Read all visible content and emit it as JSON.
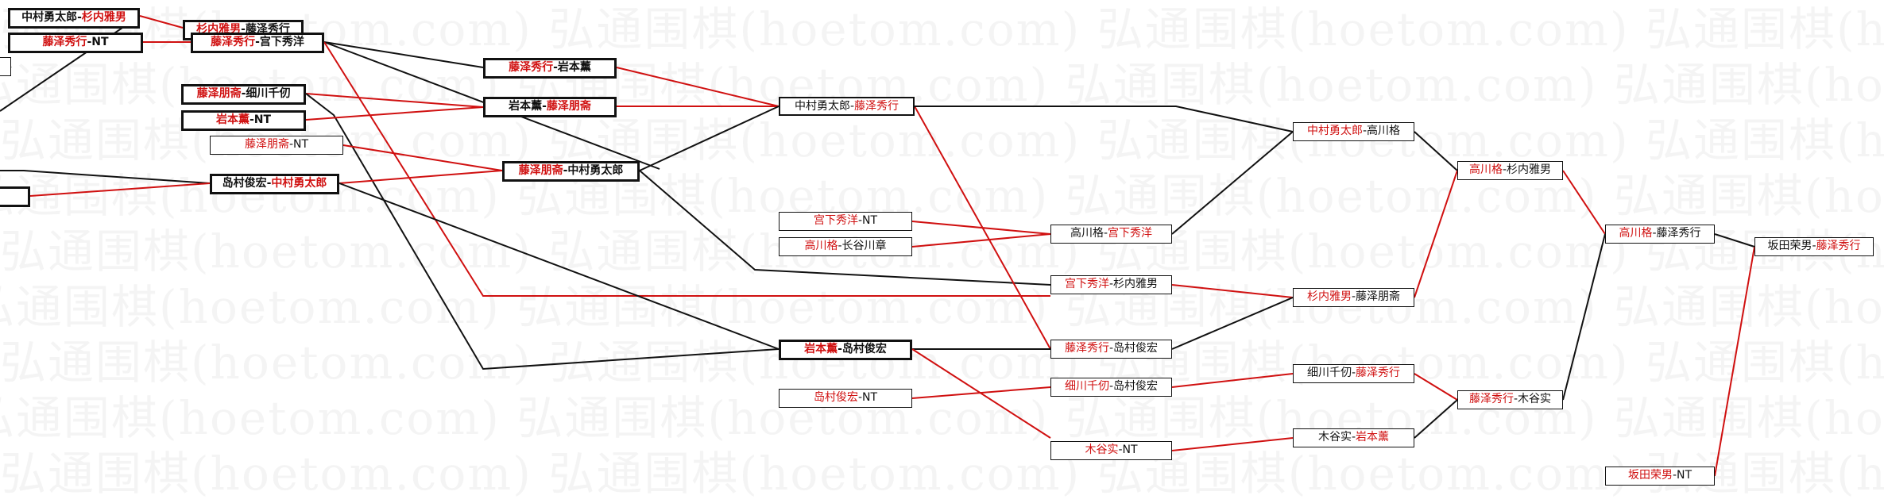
{
  "watermark": {
    "text": "弘通围棋(hoetom.com)"
  },
  "colors": {
    "winner": "#d01010",
    "loser": "#111111",
    "line_red": "#d01010",
    "line_black": "#111111"
  },
  "nodes": {
    "n_nakamura_suginai": {
      "p1": "中村勇太郎",
      "sep": "-",
      "p2": "杉内雅男"
    },
    "n_fujisawa_nt1": {
      "p1": "藤泽秀行",
      "sep": "-",
      "p2": "NT"
    },
    "n_suginai_fujisawaho": {
      "p1": "杉内雅男",
      "sep": "-",
      "p2": "藤泽秀行"
    },
    "n_fujisawa_miyashita": {
      "p1": "藤泽秀行",
      "sep": "-",
      "p2": "宫下秀洋"
    },
    "n_fujisawaho_hosokawa": {
      "p1": "藤泽朋斋",
      "sep": "-",
      "p2": "细川千仞"
    },
    "n_iwamoto_nt": {
      "p1": "岩本薰",
      "sep": "-",
      "p2": "NT"
    },
    "n_fujisawaho_nt": {
      "p1": "藤泽朋斋",
      "sep": "-",
      "p2": "NT"
    },
    "n_shimamura_nakamura": {
      "p1": "岛村俊宏",
      "sep": "-",
      "p2": "中村勇太郎"
    },
    "n_fujisawa_iwamoto": {
      "p1": "藤泽秀行",
      "sep": "-",
      "p2": "岩本薰"
    },
    "n_iwamoto_fujisawaho": {
      "p1": "岩本薰",
      "sep": "-",
      "p2": "藤泽朋斋"
    },
    "n_fujisawaho_nakamura": {
      "p1": "藤泽朋斋",
      "sep": "-",
      "p2": "中村勇太郎"
    },
    "n_nakamura_fujisawa": {
      "p1": "中村勇太郎",
      "sep": "-",
      "p2": "藤泽秀行"
    },
    "n_miyashita_nt": {
      "p1": "宫下秀洋",
      "sep": "-",
      "p2": "NT"
    },
    "n_takagawa_hasegawa": {
      "p1": "高川格",
      "sep": "-",
      "p2": "长谷川章"
    },
    "n_iwamoto_shimamura": {
      "p1": "岩本薰",
      "sep": "-",
      "p2": "岛村俊宏"
    },
    "n_shimamura_nt": {
      "p1": "岛村俊宏",
      "sep": "-",
      "p2": "NT"
    },
    "n_takagawa_miyashita": {
      "p1": "高川格",
      "sep": "-",
      "p2": "宫下秀洋"
    },
    "n_miyashita_suginai": {
      "p1": "宫下秀洋",
      "sep": "-",
      "p2": "杉内雅男"
    },
    "n_fujisawa_shimamura": {
      "p1": "藤泽秀行",
      "sep": "-",
      "p2": "岛村俊宏"
    },
    "n_hosokawa_shimamura": {
      "p1": "细川千仞",
      "sep": "-",
      "p2": "岛村俊宏"
    },
    "n_kitani_nt": {
      "p1": "木谷实",
      "sep": "-",
      "p2": "NT"
    },
    "n_nakamura_takagawa": {
      "p1": "中村勇太郎",
      "sep": "-",
      "p2": "高川格"
    },
    "n_suginai_fujisawaho2": {
      "p1": "杉内雅男",
      "sep": "-",
      "p2": "藤泽朋斋"
    },
    "n_hosokawa_fujisawa": {
      "p1": "细川千仞",
      "sep": "-",
      "p2": "藤泽秀行"
    },
    "n_kitani_iwamoto": {
      "p1": "木谷实",
      "sep": "-",
      "p2": "岩本薰"
    },
    "n_takagawa_suginai": {
      "p1": "高川格",
      "sep": "-",
      "p2": "杉内雅男"
    },
    "n_fujisawa_kitani": {
      "p1": "藤泽秀行",
      "sep": "-",
      "p2": "木谷实"
    },
    "n_takagawa_fujisawa": {
      "p1": "高川格",
      "sep": "-",
      "p2": "藤泽秀行"
    },
    "n_sakata_nt": {
      "p1": "坂田荣男",
      "sep": "-",
      "p2": "NT"
    },
    "n_sakata_fujisawa": {
      "p1": "坂田荣男",
      "sep": "-",
      "p2": "藤泽秀行"
    }
  }
}
